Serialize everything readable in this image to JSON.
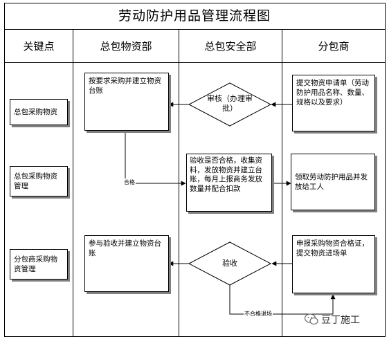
{
  "title": "劳动防护用品管理流程图",
  "columns": {
    "key_points": "关键点",
    "materials_dept": "总包物资部",
    "safety_dept": "总包安全部",
    "subcontractor": "分包商"
  },
  "key_points": {
    "kp1": "总包采购物资",
    "kp2": "总包采购物资管理",
    "kp3": "分包商采购物资管理"
  },
  "nodes": {
    "purchase": "按要求采购并建立物资台账",
    "review": "审核（办理审批）",
    "submit": "提交物资申请单（劳动防护用品名称、数量、规格以及要求）",
    "accept": "验收是否合格，收集资料，发放物资并建立台账，每月上报商务发放数量并配合扣款",
    "receive": "领取劳动防护用品并发放给工人",
    "participate": "参与验收并建立物资台账",
    "inspect": "验收",
    "report": "申报采购物资合格证，提交物资进场单"
  },
  "edge_labels": {
    "qualified": "合格",
    "unqualified": "不合格退场"
  },
  "watermark": "豆丁施工"
}
